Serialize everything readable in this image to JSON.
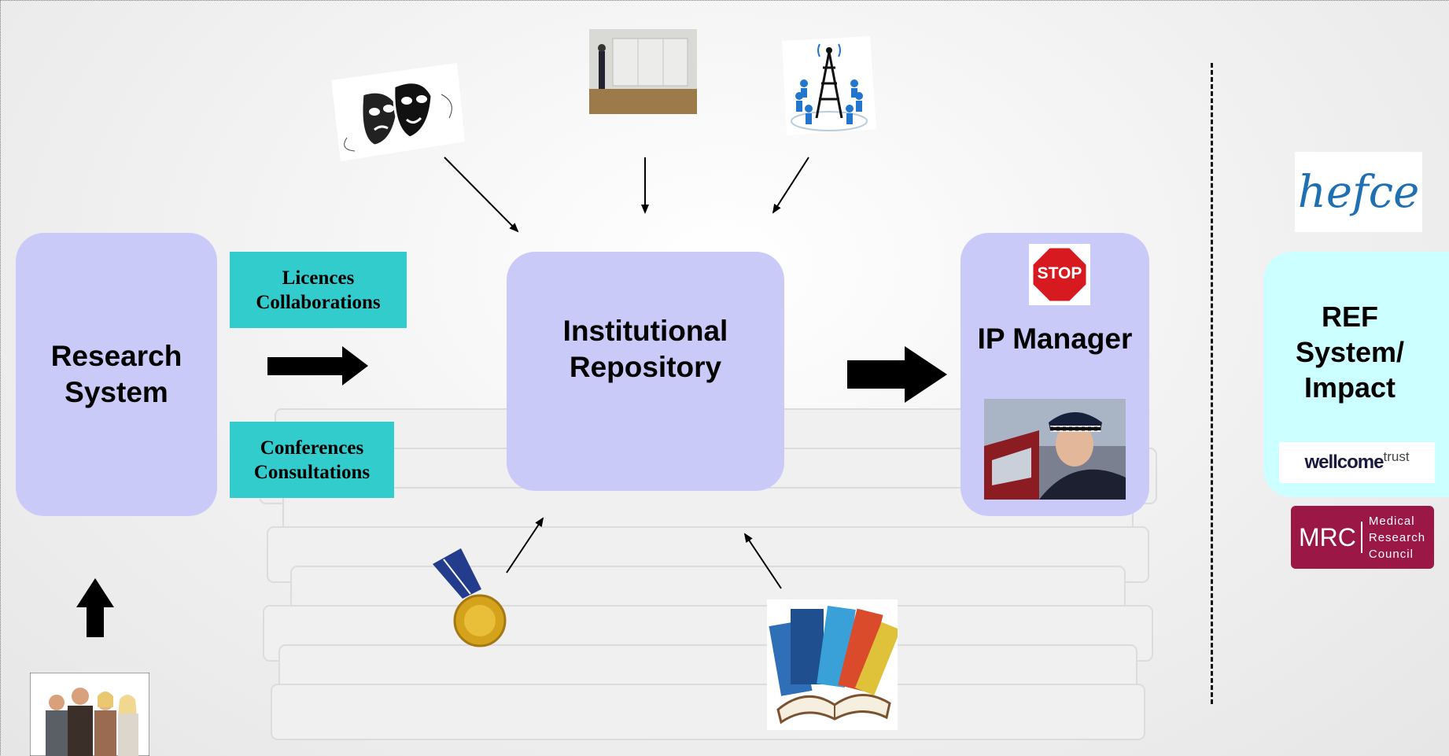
{
  "nodes": {
    "research_system": "Research\nSystem",
    "institutional_repository": "Institutional\nRepository",
    "ip_manager": "IP Manager",
    "ref_system": "REF\nSystem/\nImpact"
  },
  "labels": {
    "licences": "Licences",
    "collaborations": "Collaborations",
    "conferences": "Conferences",
    "consultations": "Consultations"
  },
  "logos": {
    "hefce": "hefce",
    "wellcome_main": "wellcome",
    "wellcome_sub": "trust",
    "mrc_main": "MRC",
    "mrc_sub": "Medical\nResearch\nCouncil",
    "stop_sign": "STOP"
  },
  "icons": [
    "theatre-masks-icon",
    "art-gallery-icon",
    "broadcast-tower-icon",
    "stop-sign-icon",
    "police-officer-icon",
    "medal-icon",
    "books-icon",
    "people-group-icon"
  ],
  "colors": {
    "node_fill": "#cacaf8",
    "label_fill": "#33cccc",
    "ref_fill": "#ccffff"
  }
}
